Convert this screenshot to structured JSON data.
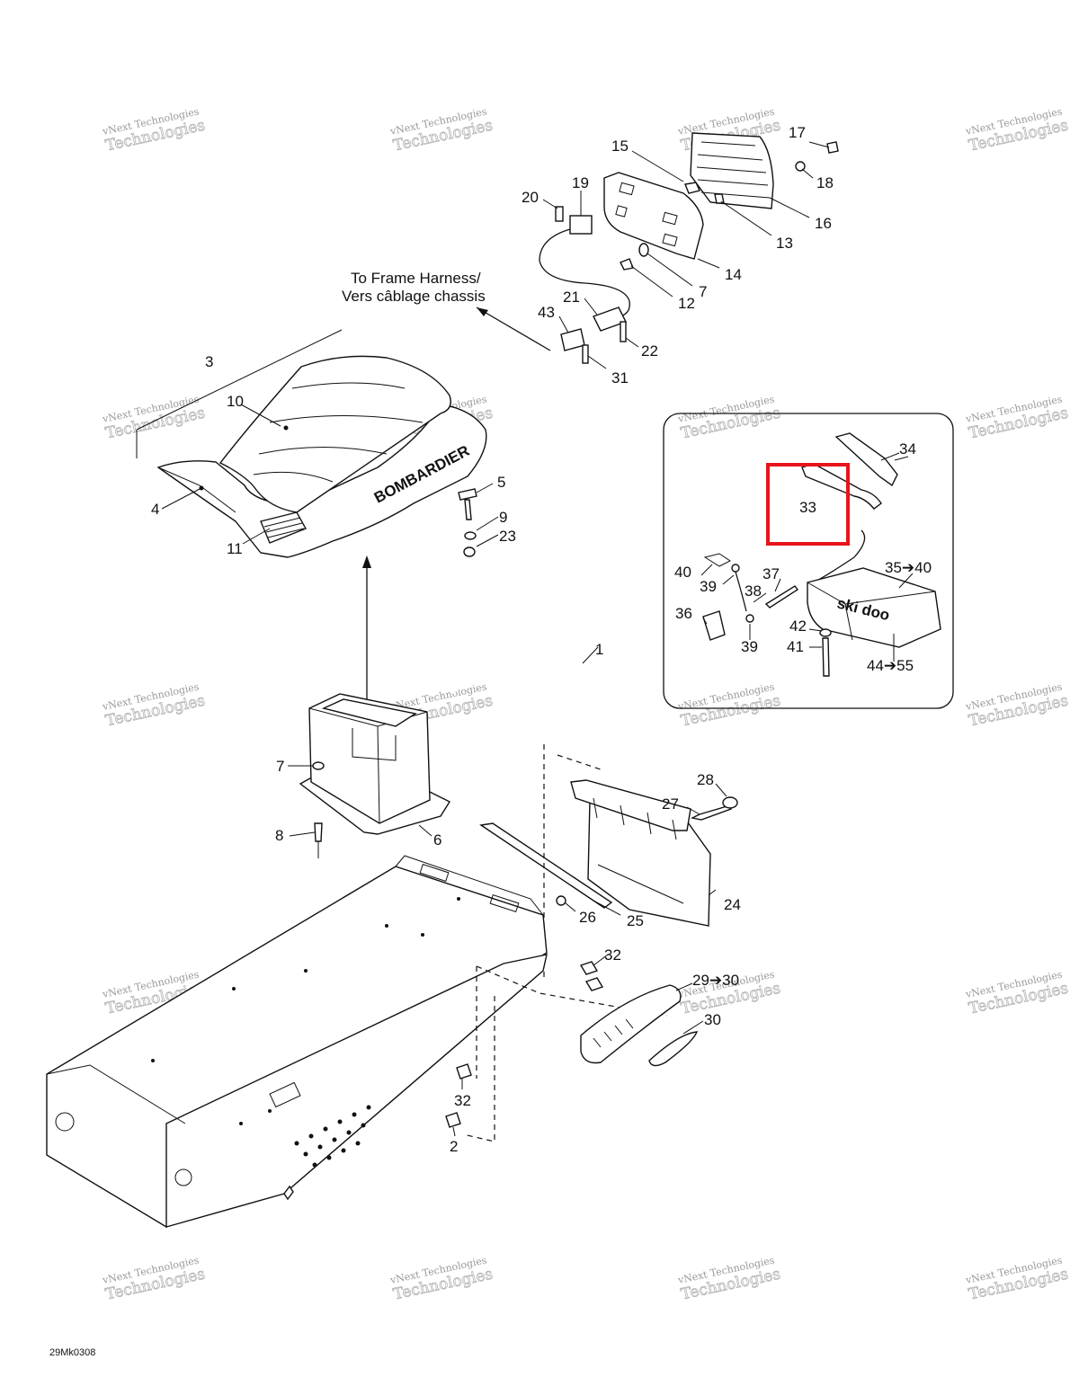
{
  "diagram": {
    "note_frame_harness_line1": "To Frame Harness/",
    "note_frame_harness_line2": "Vers câblage chassis",
    "figure_code": "29Mk0308",
    "seat_brand": "BOMBARDIER",
    "toolbox_brand": "ski doo",
    "highlight_color": "#e8141b",
    "watermark_line1": "vNext Technologies",
    "watermark_line2": "Technologies",
    "part_labels": {
      "p1": "1",
      "p2": "2",
      "p3": "3",
      "p4": "4",
      "p5": "5",
      "p6": "6",
      "p7_top": "7",
      "p7_box": "7",
      "p8": "8",
      "p9": "9",
      "p10": "10",
      "p11": "11",
      "p12": "12",
      "p13": "13",
      "p14": "14",
      "p15": "15",
      "p16": "16",
      "p17": "17",
      "p18": "18",
      "p19": "19",
      "p20": "20",
      "p21": "21",
      "p22": "22",
      "p23": "23",
      "p24": "24",
      "p25": "25",
      "p26": "26",
      "p27": "27",
      "p28": "28",
      "p29_30": "29➔30",
      "p30": "30",
      "p31": "31",
      "p32_top": "32",
      "p32_bottom": "32",
      "p33": "33",
      "p34": "34",
      "p35_40": "35➔40",
      "p36": "36",
      "p37": "37",
      "p38": "38",
      "p39_top": "39",
      "p39_bottom": "39",
      "p40": "40",
      "p41": "41",
      "p42": "42",
      "p43": "43",
      "p44_55": "44➔55"
    }
  }
}
